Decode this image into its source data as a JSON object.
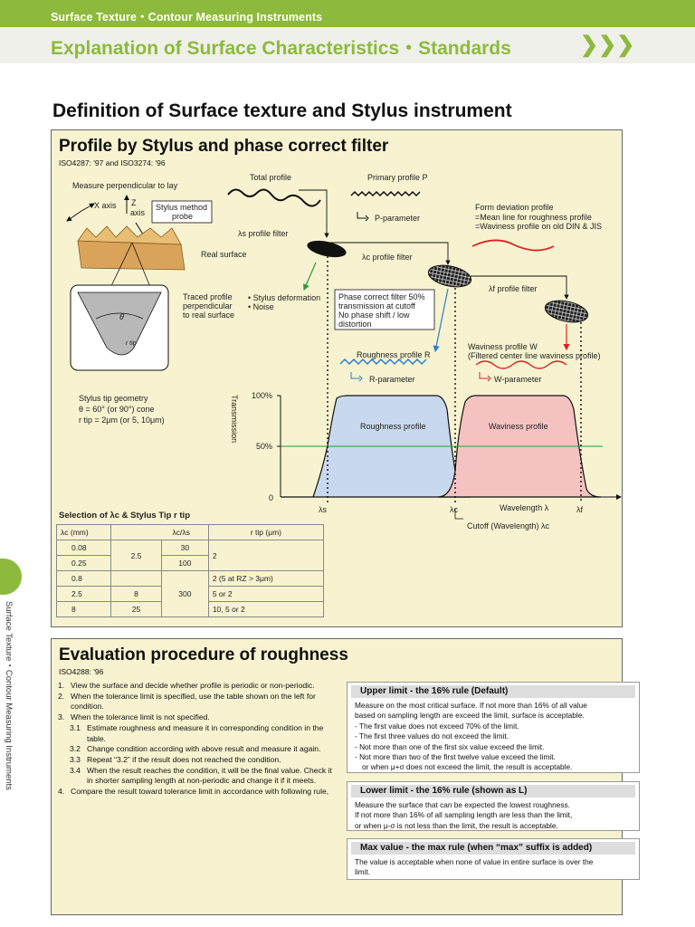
{
  "header": {
    "category": "Surface Texture・Contour Measuring Instruments",
    "title": "Explanation of Surface Characteristics・Standards",
    "arrows": "❯❯❯"
  },
  "page_title": "Definition of Surface texture and Stylus instrument",
  "sidebar": {
    "label": "Surface Texture・Contour Measuring Instruments"
  },
  "profile_panel": {
    "title": "Profile by Stylus and phase correct filter",
    "standard": "ISO4287: '97 and ISO3274: '96",
    "labels": {
      "measure_perp": "Measure perpendicular to lay",
      "x_axis": "X axis",
      "z": "Z",
      "axis": "axis",
      "probe1": "Stylus method",
      "probe2": "probe",
      "total_profile": "Total profile",
      "primary_profile": "Primary profile P",
      "p_parameter": "P-parameter",
      "form_dev1": "Form deviation profile",
      "form_dev2": "=Mean line for roughness profile",
      "form_dev3": "=Waviness profile on old DIN & JIS",
      "ls_filter": "λs profile filter",
      "real_surface": "Real surface",
      "lc_filter": "λc profile filter",
      "lf_filter": "λf profile filter",
      "traced1": "Traced profile",
      "traced2": "perpendicular",
      "traced3": "to real surface",
      "stylus_def": "• Stylus deformation",
      "noise": "• Noise",
      "phase1": "Phase correct filter 50%",
      "phase2": "transmission at cutoff",
      "phase3": "No phase shift / low",
      "phase4": "distortion",
      "theta": "θ",
      "r_tip": "r tip",
      "roughness_profile_r": "Roughness profile R",
      "r_parameter": "R-parameter",
      "waviness1": "Waviness profile W",
      "waviness2": "(Filtered center line waviness profile)",
      "w_parameter": "W-parameter",
      "tip_geo1": "Stylus tip geometry",
      "tip_geo2": "θ = 60° (or 90°) cone",
      "tip_geo3": "r tip = 2μm (or 5, 10μm)",
      "transmission": "Transmission",
      "y100": "100%",
      "y50": "50%",
      "y0": "0",
      "roughness_profile": "Roughness profile",
      "waviness_profile": "Waviness profile",
      "wavelength": "Wavelength λ",
      "ls": "λs",
      "lc": "λc",
      "lf": "λf",
      "cutoff": "Cutoff (Wavelength) λc"
    },
    "colors": {
      "roughness": "#c8d8ee",
      "waviness": "#f5c2c2",
      "green_line": "#2a9a3a",
      "red": "#e02020",
      "blue": "#2a7fd0"
    },
    "selection": {
      "title": "Selection of λc & Stylus Tip r tip",
      "headers": [
        "λc (mm)",
        "λc/λs",
        "r tip (μm)"
      ],
      "rows": [
        [
          "0.08",
          "",
          "30",
          "2"
        ],
        [
          "0.25",
          "2.5",
          "100",
          ""
        ],
        [
          "0.8",
          "",
          "",
          "2 (5 at RZ > 3μm)"
        ],
        [
          "2.5",
          "8",
          "300",
          "5 or 2"
        ],
        [
          "8",
          "25",
          "",
          "10, 5 or 2"
        ]
      ]
    }
  },
  "evaluation_panel": {
    "title": "Evaluation procedure of roughness",
    "standard": "ISO4288: '96",
    "steps": [
      {
        "n": "1.",
        "t": "View the surface and decide whether profile is periodic or non-periodic."
      },
      {
        "n": "2.",
        "t": "When the tolerance limit is specified, use the table shown on the left for condition."
      },
      {
        "n": "3.",
        "t": "When the tolerance limit is not specified."
      }
    ],
    "substeps": [
      {
        "n": "3.1",
        "t": "Estimate roughness and measure it in corresponding condition in the table."
      },
      {
        "n": "3.2",
        "t": "Change condition according with above result and measure it again."
      },
      {
        "n": "3.3",
        "t": "Repeat “3.2” if the result does not reached the condition."
      },
      {
        "n": "3.4",
        "t": "When the result reaches the condition, it will be the final value. Check it in shorter sampling length at non-periodic and change it if it meets."
      }
    ],
    "step4": {
      "n": "4.",
      "t": "Compare the result toward tolerance limit in accordance with following rule,"
    },
    "upper": {
      "head": "Upper limit - the 16% rule (Default)",
      "lines": [
        "Measure on the most critical surface. If not more than 16% of all value",
        "based on sampling length are exceed the limit, surface is acceptable.",
        "- The first value does not exceed 70% of the limit.",
        "- The first three values do not exceed the limit.",
        "- Not more than one of the first six value exceed the limit.",
        "- Not more than two of the first twelve value exceed the limit.",
        "  or when μ+σ does not exceed the limit, the result is acceptable."
      ]
    },
    "lower": {
      "head": "Lower limit - the 16% rule (shown as L)",
      "lines": [
        "Measure the surface that can be expected the lowest roughness.",
        "If not more than 16% of all sampling length are less than the limit,",
        "or when μ-σ is not less than the limit, the result is acceptable."
      ]
    },
    "max": {
      "head": "Max value - the max rule (when “max” suffix is added)",
      "lines": [
        "The value is acceptable when none of value in entire surface is over the",
        "limit."
      ]
    }
  }
}
